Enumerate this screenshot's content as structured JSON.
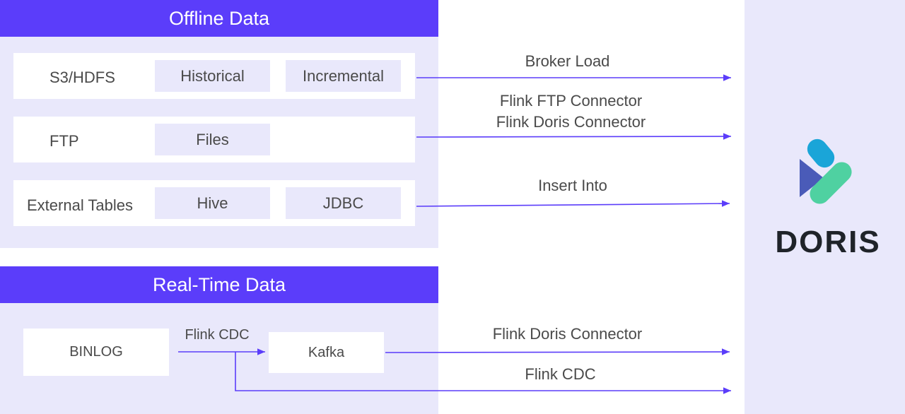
{
  "offline": {
    "title": "Offline Data",
    "rows": [
      {
        "label": "S3/HDFS",
        "chips": [
          "Historical",
          "Incremental"
        ]
      },
      {
        "label": "FTP",
        "chips": [
          "Files"
        ]
      },
      {
        "label": "External Tables",
        "chips": [
          "Hive",
          "JDBC"
        ]
      }
    ]
  },
  "realtime": {
    "title": "Real-Time Data",
    "binlog": "BINLOG",
    "flink_cdc_small": "Flink CDC",
    "kafka": "Kafka"
  },
  "arrows": {
    "broker_load": "Broker Load",
    "flink_ftp_connector": "Flink FTP Connector",
    "flink_doris_connector_1": "Flink Doris Connector",
    "insert_into": "Insert Into",
    "flink_doris_connector_2": "Flink Doris Connector",
    "flink_cdc": "Flink CDC"
  },
  "logo": {
    "text": "DORIS"
  },
  "colors": {
    "header": "#5b3dfa",
    "panel": "#e9e8fb",
    "arrow": "#5b3dfa",
    "logo_blue": "#1aa5d8",
    "logo_indigo": "#4a5bb8",
    "logo_green": "#4fd1a1"
  }
}
